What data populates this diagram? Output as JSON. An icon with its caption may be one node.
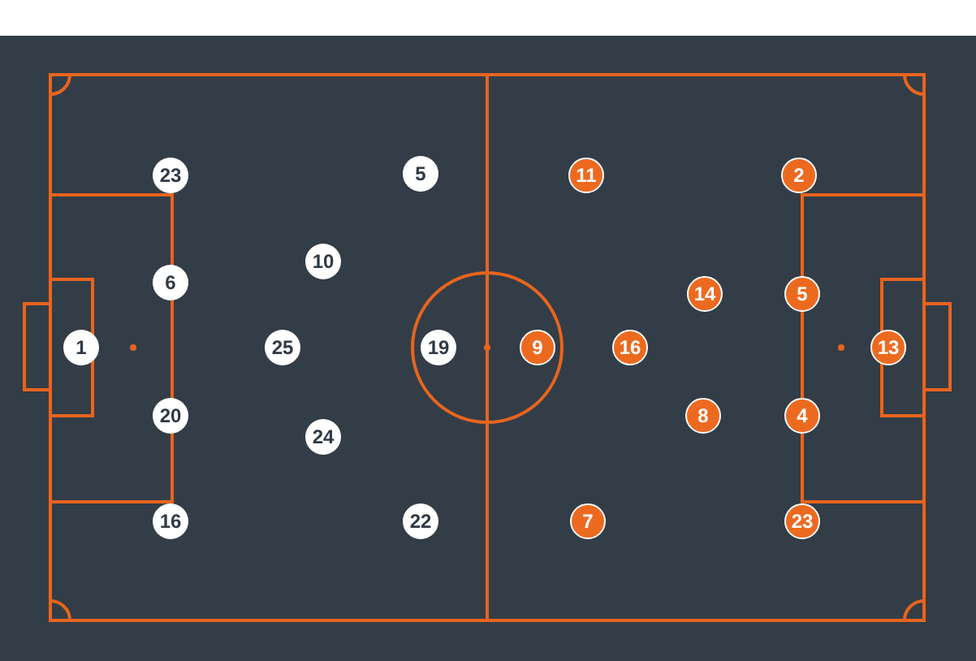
{
  "diagram": {
    "nodes": [
      {
        "text": [
          "23"
        ]
      },
      {
        "text": [
          "5"
        ]
      },
      {
        "text": [
          "11"
        ]
      },
      {
        "text": [
          "2"
        ]
      },
      {
        "text": [
          "10"
        ]
      },
      {
        "text": [
          "6"
        ]
      },
      {
        "text": [
          "14"
        ]
      },
      {
        "text": [
          "5"
        ]
      },
      {
        "text": [
          "1"
        ]
      },
      {
        "text": [
          "25"
        ]
      },
      {
        "text": [
          "19"
        ]
      },
      {
        "text": [
          "9"
        ]
      },
      {
        "text": [
          "16"
        ]
      },
      {
        "text": [
          "13"
        ]
      },
      {
        "text": [
          "20"
        ]
      },
      {
        "text": [
          "8"
        ]
      },
      {
        "text": [
          "4"
        ]
      },
      {
        "text": [
          "24"
        ]
      },
      {
        "text": [
          "16"
        ]
      },
      {
        "text": [
          "22"
        ]
      },
      {
        "text": [
          "7"
        ]
      },
      {
        "text": [
          "23"
        ]
      }
    ],
    "edges": []
  }
}
